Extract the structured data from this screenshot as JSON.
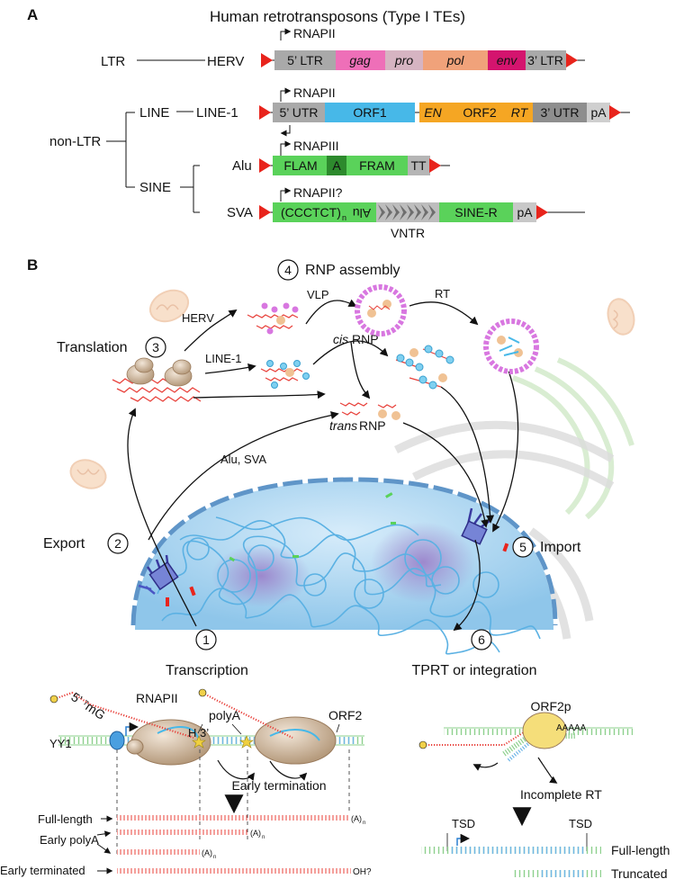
{
  "panel_a": {
    "label": "A",
    "title": "Human retrotransposons (Type I TEs)",
    "ltr_class": "LTR",
    "nonltr_class": "non-LTR",
    "line_class": "LINE",
    "sine_class": "SINE",
    "herv": {
      "name": "HERV",
      "promoter": "RNAPII",
      "segments": [
        "5’ LTR",
        "gag",
        "pro",
        "pol",
        "env",
        "3’ LTR"
      ]
    },
    "line1": {
      "name": "LINE-1",
      "promoter": "RNAPII",
      "segments": [
        "5’ UTR",
        "ORF1",
        "EN",
        "ORF2",
        "RT",
        "3’ UTR",
        "pA"
      ]
    },
    "alu": {
      "name": "Alu",
      "promoter": "RNAPIII",
      "segments": [
        "FLAM",
        "A",
        "FRAM",
        "TT"
      ]
    },
    "sva": {
      "name": "SVA",
      "promoter": "RNAPII?",
      "segments": [
        "(CCCTCT)",
        "n",
        "Alu",
        "SINE-R",
        "pA"
      ],
      "vntr_label": "VNTR"
    }
  },
  "panel_b": {
    "label": "B",
    "steps": {
      "s1": {
        "num": "1",
        "label": "Transcription"
      },
      "s2": {
        "num": "2",
        "label": "Export"
      },
      "s3": {
        "num": "3",
        "label": "Translation"
      },
      "s4": {
        "num": "4",
        "label": "RNP assembly"
      },
      "s5": {
        "num": "5",
        "label": "Import"
      },
      "s6": {
        "num": "6",
        "label": "TPRT or integration"
      }
    },
    "labels": {
      "herv": "HERV",
      "line1": "LINE-1",
      "alu_sva": "Alu, SVA",
      "vlp": "VLP",
      "rt": "RT",
      "cis": "cis",
      "trans": "trans",
      "rnp": "RNP"
    },
    "transcription": {
      "cap": "5’ ⁷mG",
      "rnapii": "RNAPII",
      "yy1": "YY1",
      "h3": "H 3’",
      "polya": "polyA",
      "orf2": "ORF2",
      "early_termination": "Early termination"
    },
    "products": {
      "full_length": "Full-length",
      "early_polya": "Early polyA",
      "early_terminated": "Early terminated",
      "polya_tail": "(A)",
      "tail_sub": "n",
      "oh": "OH?"
    },
    "integration": {
      "orf2p": "ORF2p",
      "aaaa": "AAAAA",
      "incomplete_rt": "Incomplete RT",
      "tsd_left": "TSD",
      "tsd_right": "TSD",
      "full_length": "Full-length",
      "truncated": "Truncated"
    }
  },
  "colors": {
    "red_arrow": "#e8241c",
    "ltr_gray": "#a9a9a9",
    "gag": "#ee6fb8",
    "pro": "#d6b4c2",
    "pol": "#f0a27a",
    "env": "#d4146e",
    "orf1": "#47b8e8",
    "orf2": "#f5a623",
    "utr_gray": "#8e8e8e",
    "alu_green": "#5ad25a",
    "alu_dark": "#2d8a2d",
    "nucleus": "#a9d6f0",
    "rna": "#e8403a",
    "protein_tan": "#e8b98a",
    "vlp": "#d877e0"
  }
}
